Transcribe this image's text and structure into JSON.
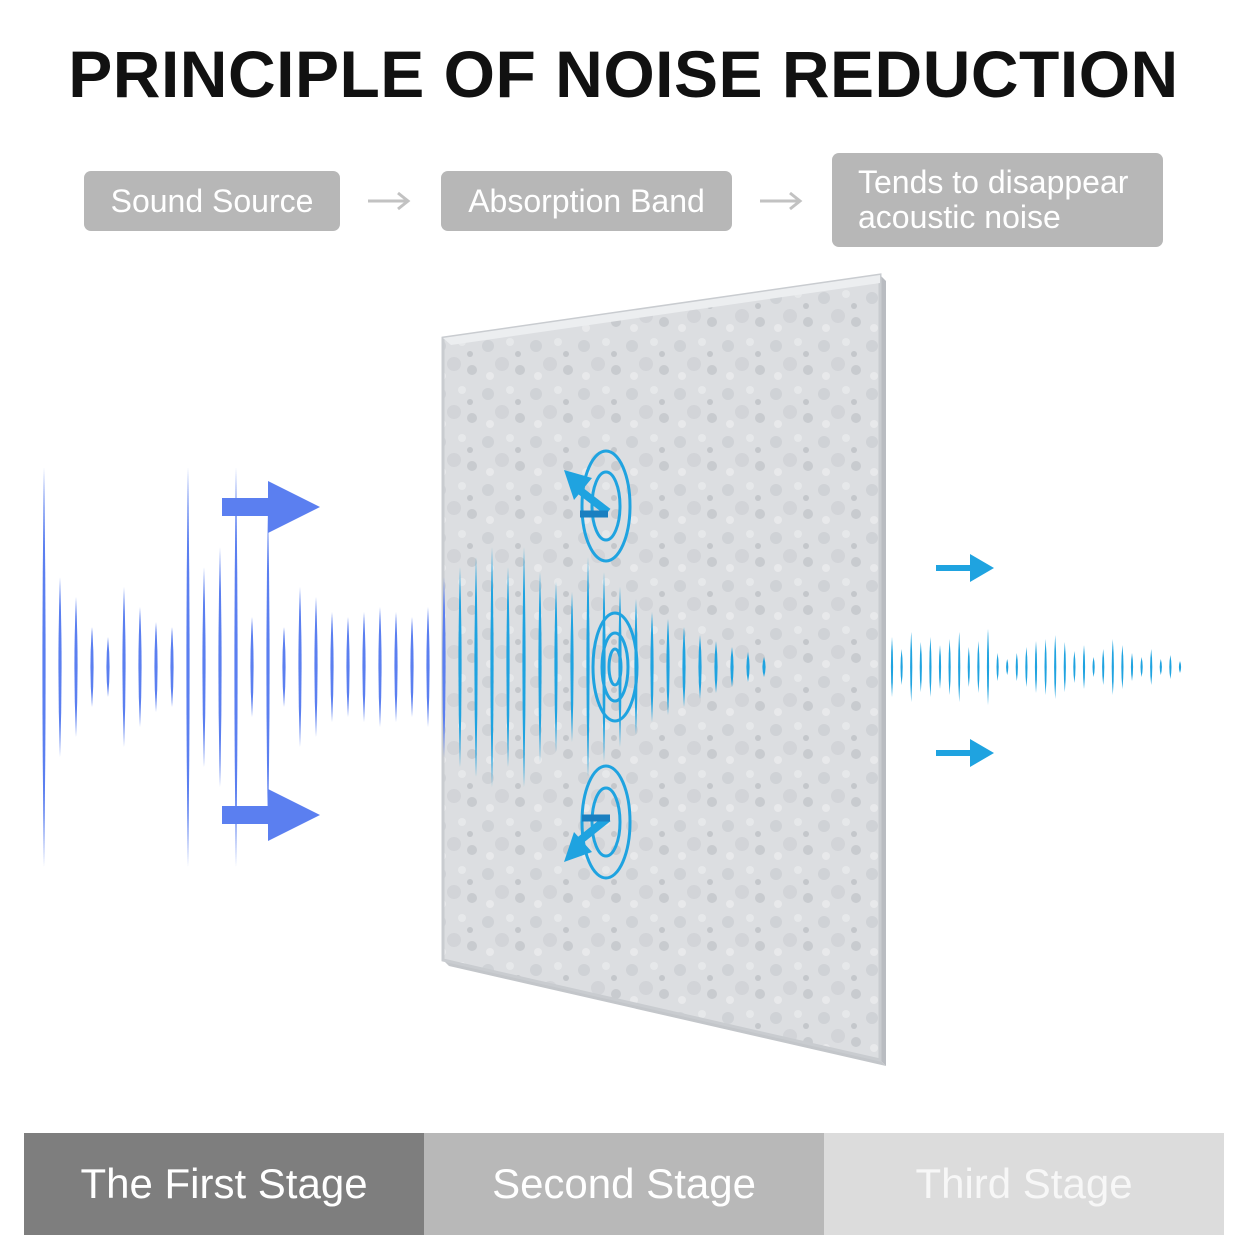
{
  "title": "PRINCIPLE OF NOISE REDUCTION",
  "flow": {
    "step1": "Sound Source",
    "step2": "Absorption Band",
    "step3_line1": "Tends to disappear",
    "step3_line2": "acoustic noise"
  },
  "stages": [
    {
      "label": "The First Stage",
      "background": "#7e7e7e",
      "text_color": "#ffffff"
    },
    {
      "label": "Second Stage",
      "background": "#b8b8b8",
      "text_color": "#ffffff"
    },
    {
      "label": "Third Stage",
      "background": "#dcdcdc",
      "text_color": "#f7f7f7"
    }
  ],
  "colors": {
    "incoming_wave": "#5b7ff0",
    "outgoing_wave": "#1fa3e0",
    "panel": "#dadcdf",
    "flow_box": "#b7b7b7"
  },
  "icons": {
    "incoming_arrows": "arrow-right-icon",
    "outgoing_arrows": "arrow-right-icon",
    "absorption_rings": "ripple-icon"
  }
}
